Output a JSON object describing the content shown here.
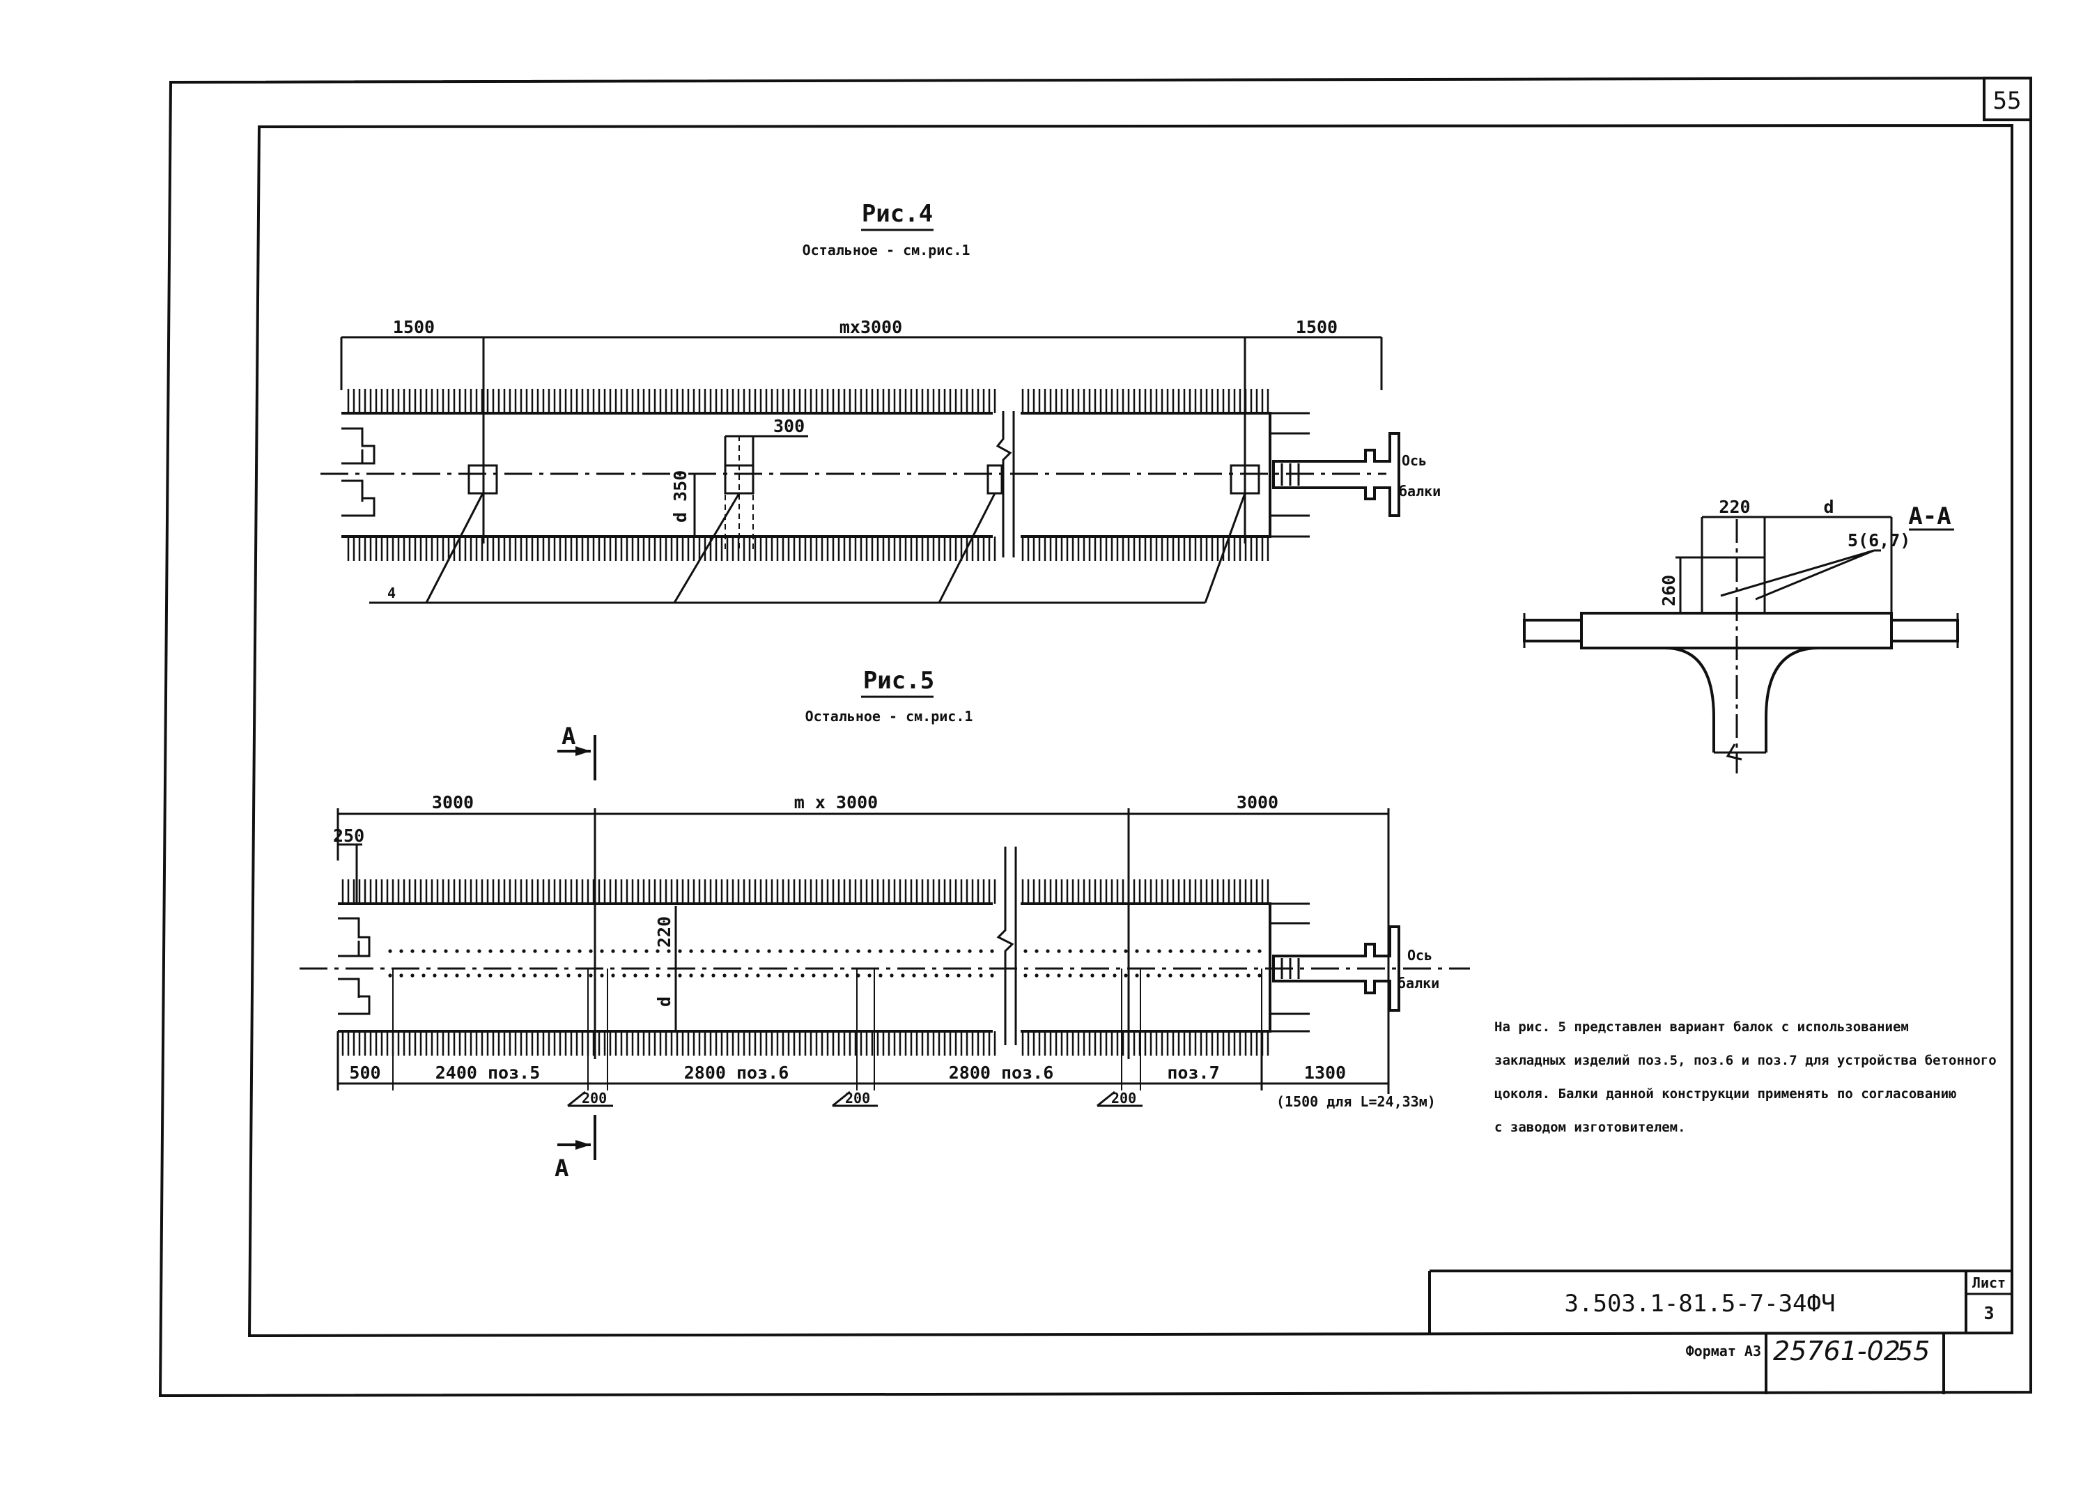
{
  "sheet": {
    "page_number": "55",
    "format_label": "Формат А3",
    "inventory_number": "25761-02",
    "inventory_page": "55"
  },
  "fig4": {
    "title": "Рис.4",
    "subtitle": "Остальное - см.рис.1",
    "dim_left": "1500",
    "dim_middle": "mx3000",
    "dim_right": "1500",
    "dim_plate": "300",
    "dim_vertical": "d 350",
    "leader_label": "4",
    "axis_label_1": "Ось",
    "axis_label_2": "балки"
  },
  "fig5": {
    "title": "Рис.5",
    "subtitle": "Остальное - см.рис.1",
    "dim_left": "3000",
    "dim_middle": "m x 3000",
    "dim_right": "3000",
    "dim_250": "250",
    "dim_220": "220",
    "dim_d": "d",
    "bottom_dims": [
      "500",
      "2400 поз.5",
      "2800 поз.6",
      "2800 поз.6",
      "поз.7",
      "1300"
    ],
    "bottom_note": "(1500 для L=24,33м)",
    "weld_marks": [
      "200",
      "200",
      "200"
    ],
    "section_letter_top": "А",
    "section_letter_bottom": "А",
    "axis_label_1": "Ось",
    "axis_label_2": "балки"
  },
  "section": {
    "title": "А-А",
    "dim_220": "220",
    "dim_d": "d",
    "dim_260": "260",
    "callout": "5(6,7)"
  },
  "note": {
    "lines": [
      "На рис. 5 представлен вариант балок с использованием",
      "закладных изделий поз.5, поз.6 и поз.7 для устройства бетонного",
      "цоколя. Балки данной конструкции применять по согласованию",
      "с заводом изготовителем."
    ]
  },
  "stamp": {
    "designation": "3.503.1-81.5-7-34ФЧ",
    "sheet_label": "Лист",
    "sheet_number": "3"
  }
}
